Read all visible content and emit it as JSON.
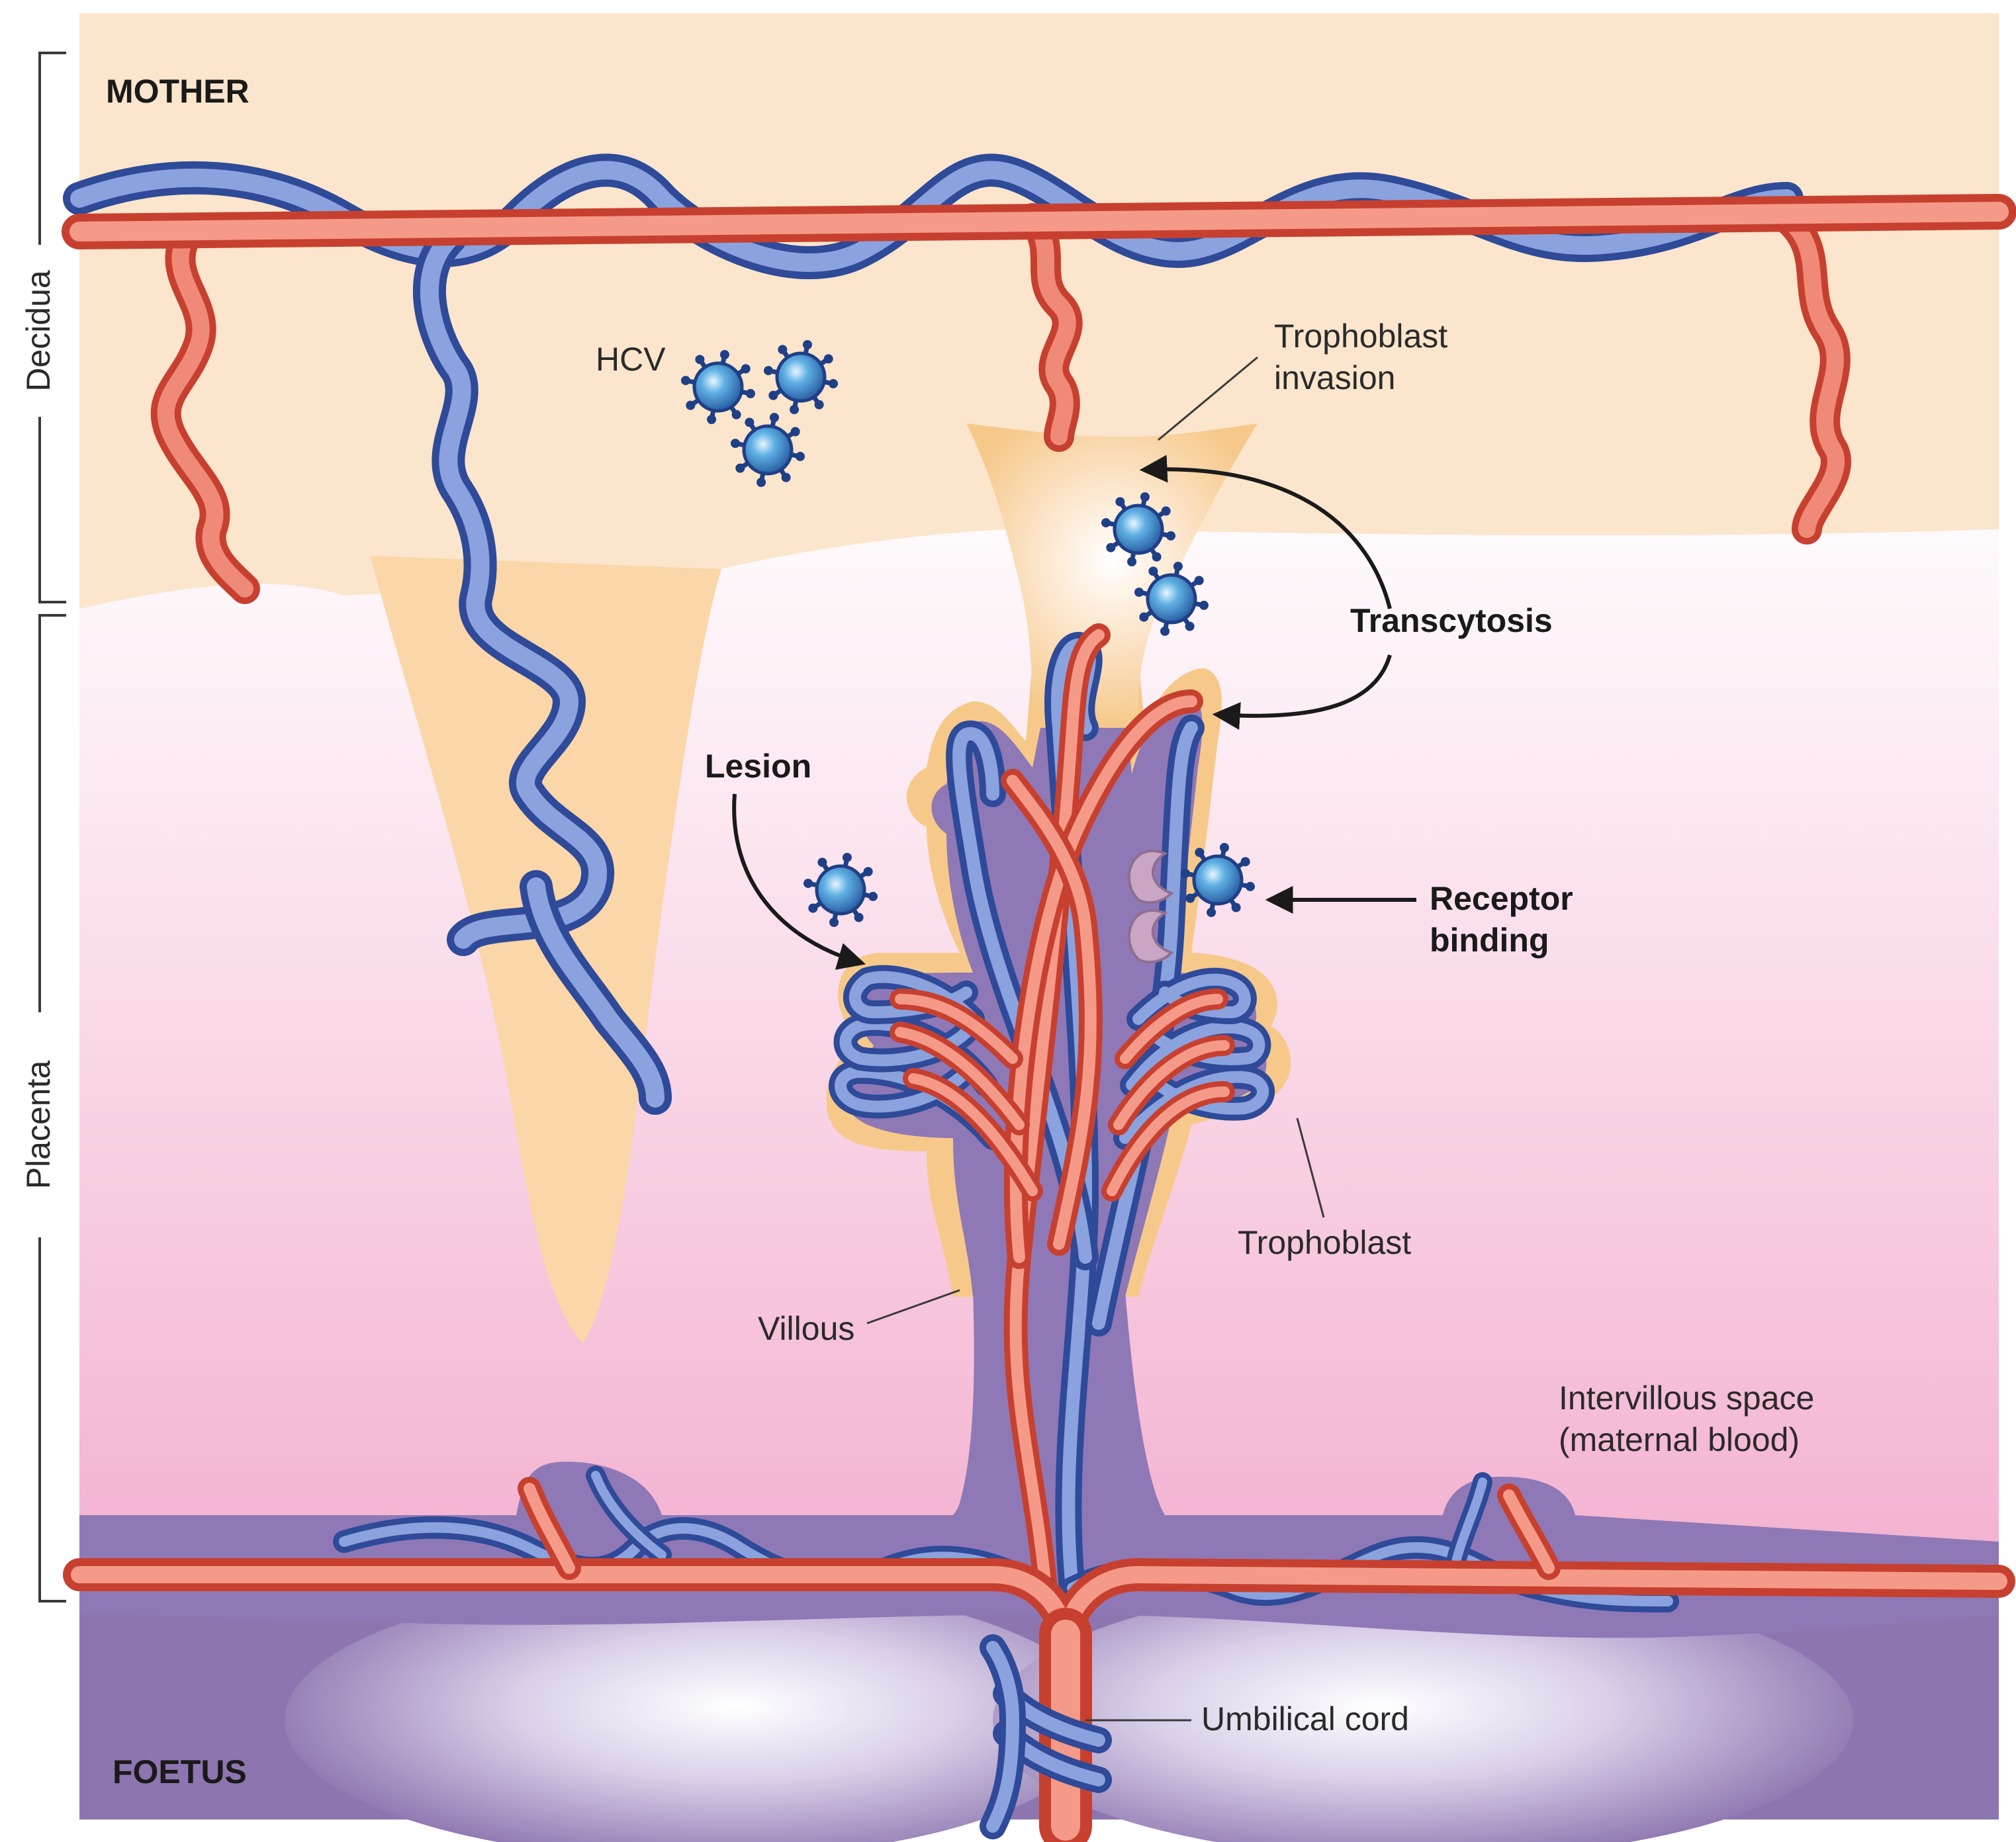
{
  "labels": {
    "mother": "MOTHER",
    "foetus": "FOETUS",
    "decidua": "Decidua",
    "placenta": "Placenta",
    "hcv": "HCV",
    "trophoblast_invasion_1": "Trophoblast",
    "trophoblast_invasion_2": "invasion",
    "transcytosis": "Transcytosis",
    "lesion": "Lesion",
    "receptor_binding_1": "Receptor",
    "receptor_binding_2": "binding",
    "trophoblast": "Trophoblast",
    "villous": "Villous",
    "intervillous_1": "Intervillous space",
    "intervillous_2": "(maternal blood)",
    "umbilical_cord": "Umbilical cord"
  },
  "colors": {
    "decidua_bg": "#fbe5cc",
    "placenta_top": "#fdf3f7",
    "placenta_bottom": "#f4b5d3",
    "artery": "#ef5f4f",
    "artery_core": "#f8a090",
    "vein": "#4a68b8",
    "vein_core": "#8aa2de",
    "villous": "#8f78b6",
    "trophoblast": "#f6c98a",
    "foetus": "#8d76b0",
    "virus": "#2c62a8"
  }
}
